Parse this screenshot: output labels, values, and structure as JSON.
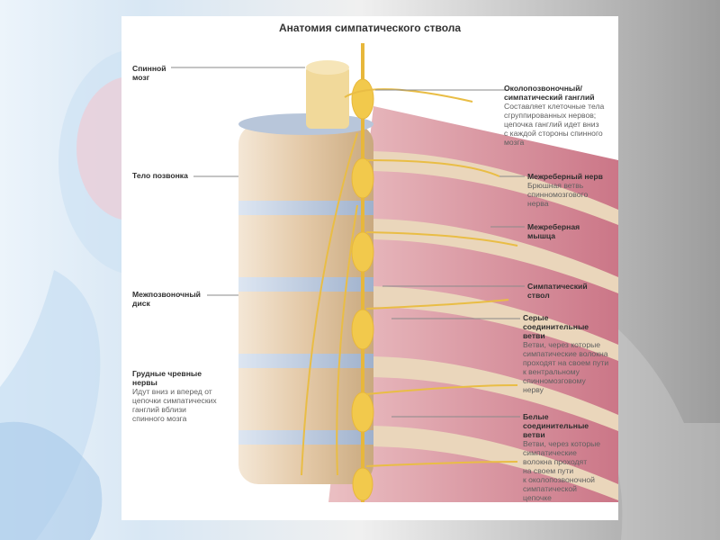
{
  "title": "Анатомия симпатического ствола",
  "labels": {
    "spinal_cord": {
      "name_lines": [
        "Спинной",
        "мозг"
      ]
    },
    "vertebral_body": {
      "name_lines": [
        "Тело позвонка"
      ]
    },
    "intervertebral_disc": {
      "name_lines": [
        "Межпозвоночный",
        "диск"
      ]
    },
    "thoracic_splanchnic": {
      "name_lines": [
        "Грудные чревные",
        "нервы"
      ],
      "desc_lines": [
        "Идут вниз и вперед от",
        "цепочки симпатических",
        "ганглий вблизи",
        "спинного мозга"
      ]
    },
    "paravertebral_ganglion": {
      "name_lines": [
        "Околопозвоночный/",
        "симпатический ганглий"
      ],
      "desc_lines": [
        "Составляет клеточные тела",
        "сгруппированных нервов;",
        "цепочка ганглий идет вниз",
        "с каждой стороны спинного",
        "мозга"
      ]
    },
    "intercostal_nerve": {
      "name_lines": [
        "Межреберный нерв"
      ],
      "desc_lines": [
        "Брюшная ветвь",
        "спинномозгового",
        "нерва"
      ]
    },
    "intercostal_muscle": {
      "name_lines": [
        "Межреберная",
        "мышца"
      ]
    },
    "sympathetic_trunk": {
      "name_lines": [
        "Симпатический",
        "ствол"
      ]
    },
    "gray_rami": {
      "name_lines": [
        "Серые",
        "соединительные",
        "ветви"
      ],
      "desc_lines": [
        "Ветви, через которые",
        "симпатические волокна",
        "проходят на своем пути",
        "к вентральному",
        "спинномозговому",
        "нерву"
      ]
    },
    "white_rami": {
      "name_lines": [
        "Белые",
        "соединительные",
        "ветви"
      ],
      "desc_lines": [
        "Ветви, через которые",
        "симпатические",
        "волокна проходят",
        "на своем пути",
        "к околопозвоночной",
        "симпатической",
        "цепочке"
      ]
    }
  },
  "colors": {
    "nerve": "#f2c94c",
    "muscle": "#c9687a",
    "bone": "#e8d2b3",
    "disc": "#b9c7dc"
  }
}
